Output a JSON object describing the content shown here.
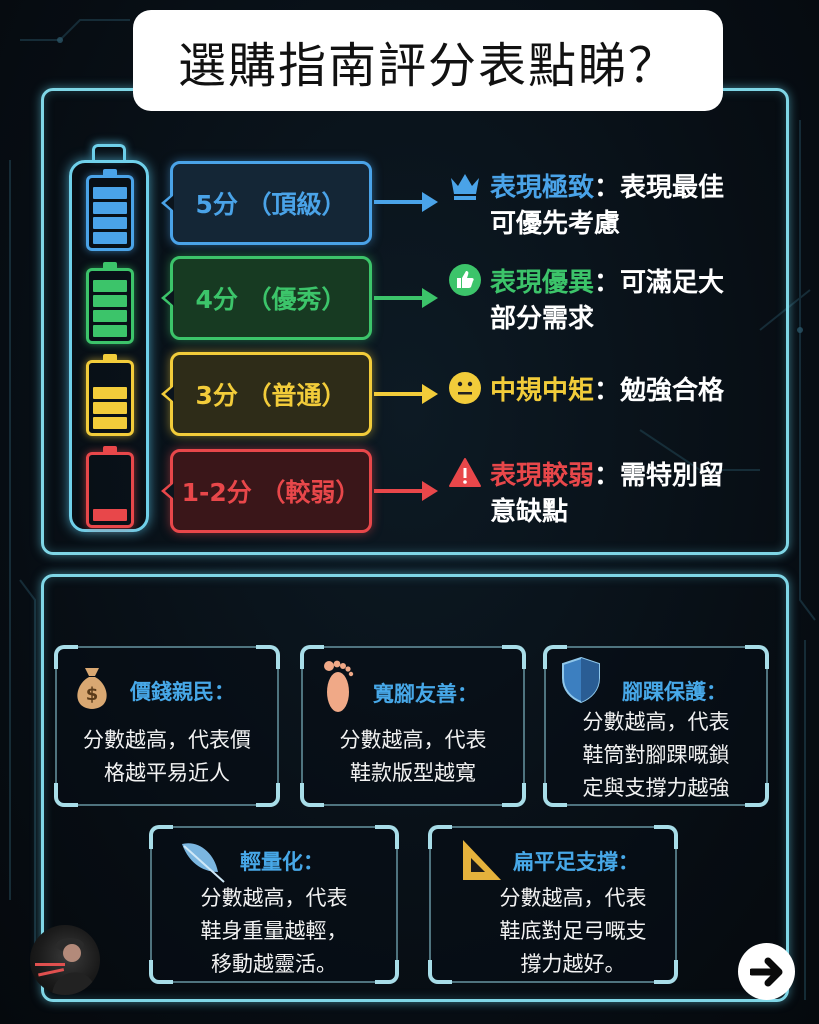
{
  "title": "選購指南評分表點睇？",
  "colors": {
    "blue": "#4aa3e8",
    "green": "#3cc46a",
    "yellow": "#f2cc3a",
    "red": "#e8474a",
    "frame": "#7fd6e6",
    "card_title": "#47a8e8"
  },
  "ratings": [
    {
      "score_label": "5分 （頂級）",
      "icon": "crown-icon",
      "heading": "表現極致",
      "separator": "：",
      "desc_line1": "表現最佳",
      "desc_line2": "可優先考慮",
      "battery_cells": 4,
      "color": "#4aa3e8"
    },
    {
      "score_label": "4分 （優秀）",
      "icon": "thumbs-up-icon",
      "heading": "表現優異",
      "separator": "：",
      "desc_line1": "可滿足大",
      "desc_line2": "部分需求",
      "battery_cells": 4,
      "color": "#3cc46a"
    },
    {
      "score_label": "3分 （普通）",
      "icon": "neutral-face-icon",
      "heading": "中規中矩",
      "separator": "：",
      "desc_line1": "勉強合格",
      "desc_line2": "",
      "battery_cells": 3,
      "color": "#f2cc3a"
    },
    {
      "score_label": "1-2分 （較弱）",
      "icon": "warning-icon",
      "heading": "表現較弱",
      "separator": "：",
      "desc_line1": "需特別留",
      "desc_line2": "意缺點",
      "battery_cells": 1,
      "color": "#e8474a"
    }
  ],
  "features": [
    {
      "icon": "money-bag-icon",
      "title": "價錢親民：",
      "body": [
        "分數越高，代表價",
        "格越平易近人"
      ]
    },
    {
      "icon": "foot-icon",
      "title": "寬腳友善：",
      "body": [
        "分數越高，代表",
        "鞋款版型越寬"
      ]
    },
    {
      "icon": "shield-icon",
      "title": "腳踝保護：",
      "body": [
        "分數越高，代表",
        "鞋筒對腳踝嘅鎖",
        "定與支撐力越強"
      ]
    },
    {
      "icon": "feather-icon",
      "title": "輕量化：",
      "body": [
        "分數越高，代表",
        "鞋身重量越輕，",
        "移動越靈活。"
      ]
    },
    {
      "icon": "set-square-icon",
      "title": "扁平足支撐：",
      "body": [
        "分數越高，代表",
        "鞋底對足弓嘅支",
        "撐力越好。"
      ]
    }
  ],
  "next_button": "arrow-right-icon"
}
